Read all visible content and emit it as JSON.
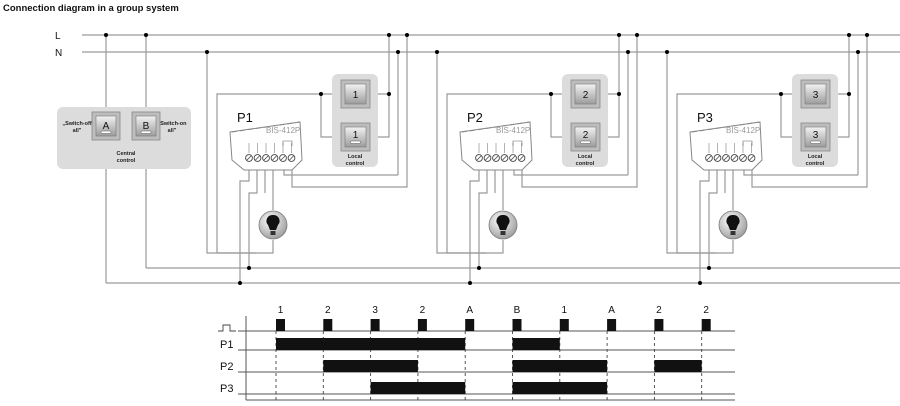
{
  "title": "Connection diagram in a group system",
  "bus": {
    "line_label": "L",
    "neutral_label": "N"
  },
  "central_control": {
    "label_line1": "Central",
    "label_line2": "control",
    "button_a": {
      "key": "A",
      "caption": "„Switch-off all\"",
      "caption_line1": "„Switch-off",
      "caption_line2": "all\""
    },
    "button_b": {
      "key": "B",
      "caption": "„Switch-on all\"",
      "caption_line1": "„Switch-on",
      "caption_line2": "all\""
    }
  },
  "groups": [
    {
      "id": "P1",
      "model": "BIS-412P",
      "switch_key": "1",
      "local_label_line1": "Local",
      "local_label_line2": "control"
    },
    {
      "id": "P2",
      "model": "BIS-412P",
      "switch_key": "2",
      "local_label_line1": "Local",
      "local_label_line2": "control"
    },
    {
      "id": "P3",
      "model": "BIS-412P",
      "switch_key": "3",
      "local_label_line1": "Local",
      "local_label_line2": "control"
    }
  ],
  "timing": {
    "pulse_row_icon": "pulse-icon",
    "events": [
      "1",
      "2",
      "3",
      "2",
      "A",
      "B",
      "1",
      "A",
      "2",
      "2"
    ],
    "rows": [
      {
        "label": "P1",
        "on_intervals": [
          [
            0,
            4
          ],
          [
            5,
            6
          ]
        ]
      },
      {
        "label": "P2",
        "on_intervals": [
          [
            1,
            3
          ],
          [
            5,
            7
          ],
          [
            8,
            9
          ]
        ]
      },
      {
        "label": "P3",
        "on_intervals": [
          [
            2,
            4
          ],
          [
            5,
            7
          ]
        ]
      }
    ]
  }
}
